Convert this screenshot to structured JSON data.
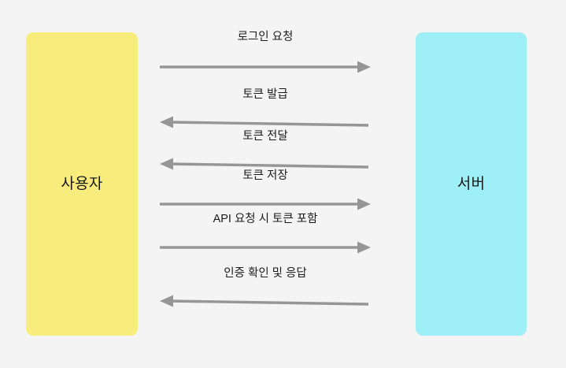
{
  "diagram": {
    "type": "sequence-diagram",
    "title": "",
    "background_color": "#f4f4f4",
    "arrow_color": "#969696",
    "text_color": "#1c1c1c",
    "actors": [
      {
        "id": "user",
        "label": "사용자",
        "color": "#f8ec7d",
        "side": "left"
      },
      {
        "id": "server",
        "label": "서버",
        "color": "#9eeff6",
        "side": "right"
      }
    ],
    "messages": [
      {
        "index": 1,
        "label": "로그인 요청",
        "direction": "right",
        "from": "user",
        "to": "server"
      },
      {
        "index": 2,
        "label": "토큰 발급",
        "direction": "left",
        "from": "server",
        "to": "user"
      },
      {
        "index": 3,
        "label": "토큰 전달",
        "direction": "left",
        "from": "server",
        "to": "user"
      },
      {
        "index": 4,
        "label": "토큰 저장",
        "direction": "right",
        "from": "user",
        "to": "server"
      },
      {
        "index": 5,
        "label": "API 요청 시 토큰 포함",
        "direction": "right",
        "from": "user",
        "to": "server"
      },
      {
        "index": 6,
        "label": "인증 확인 및 응답",
        "direction": "left",
        "from": "server",
        "to": "user"
      }
    ]
  }
}
